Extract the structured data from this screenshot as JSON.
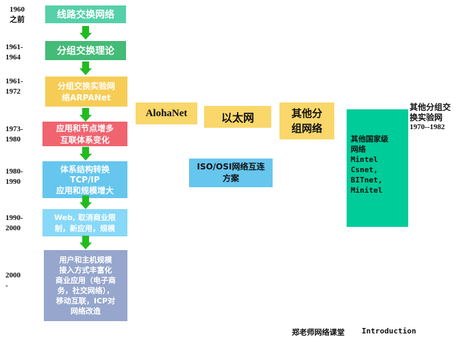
{
  "years": [
    "1960\n之前",
    "1961-\n1964",
    "1961-\n1972",
    "1973-\n1980",
    "1980-\n1990",
    "1990-\n2000",
    "2000\n-"
  ],
  "main_boxes": [
    {
      "label": "线路交换网络",
      "color": "#55d0a8"
    },
    {
      "label": "分组交换理论",
      "color": "#44bb77"
    },
    {
      "label": "分组交换实验网\n络ARPANet",
      "color": "#f6cc55"
    },
    {
      "label": "应用和节点增多\n互联体系变化",
      "color": "#f06470"
    },
    {
      "label": "体系结构转换\nTCP/IP\n应用和规模增大",
      "color": "#66c6ee"
    },
    {
      "label": "Web, 取消商业限\n制，新应用，规模",
      "color": "#88d8f8"
    },
    {
      "label": "用户和主机规模\n接入方式丰富化\n商业应用（电子商\n务，社交网络），\n移动互联，ICP对\n网络改造",
      "color": "#96a6cc"
    }
  ],
  "aloha": {
    "label": "AlohaNet",
    "color": "#f9d76a"
  },
  "ethernet": {
    "label": "以太网",
    "color": "#f9d76a"
  },
  "other_networks": {
    "label": "其他分\n组网络",
    "color": "#f9d76a"
  },
  "osi": {
    "label": "ISO/OSI网络互连\n方案",
    "color": "#66c6ee"
  },
  "national": {
    "label": "其他国家级\n网络\nMintel\nCsnet,\nBITnet,\nMinitel",
    "color": "#00cc99"
  },
  "experimental": {
    "title": "其他分组交\n换实验网",
    "years": "1970--1982"
  },
  "footer": {
    "author": "郑老师网络课堂",
    "course": "Introduction"
  }
}
